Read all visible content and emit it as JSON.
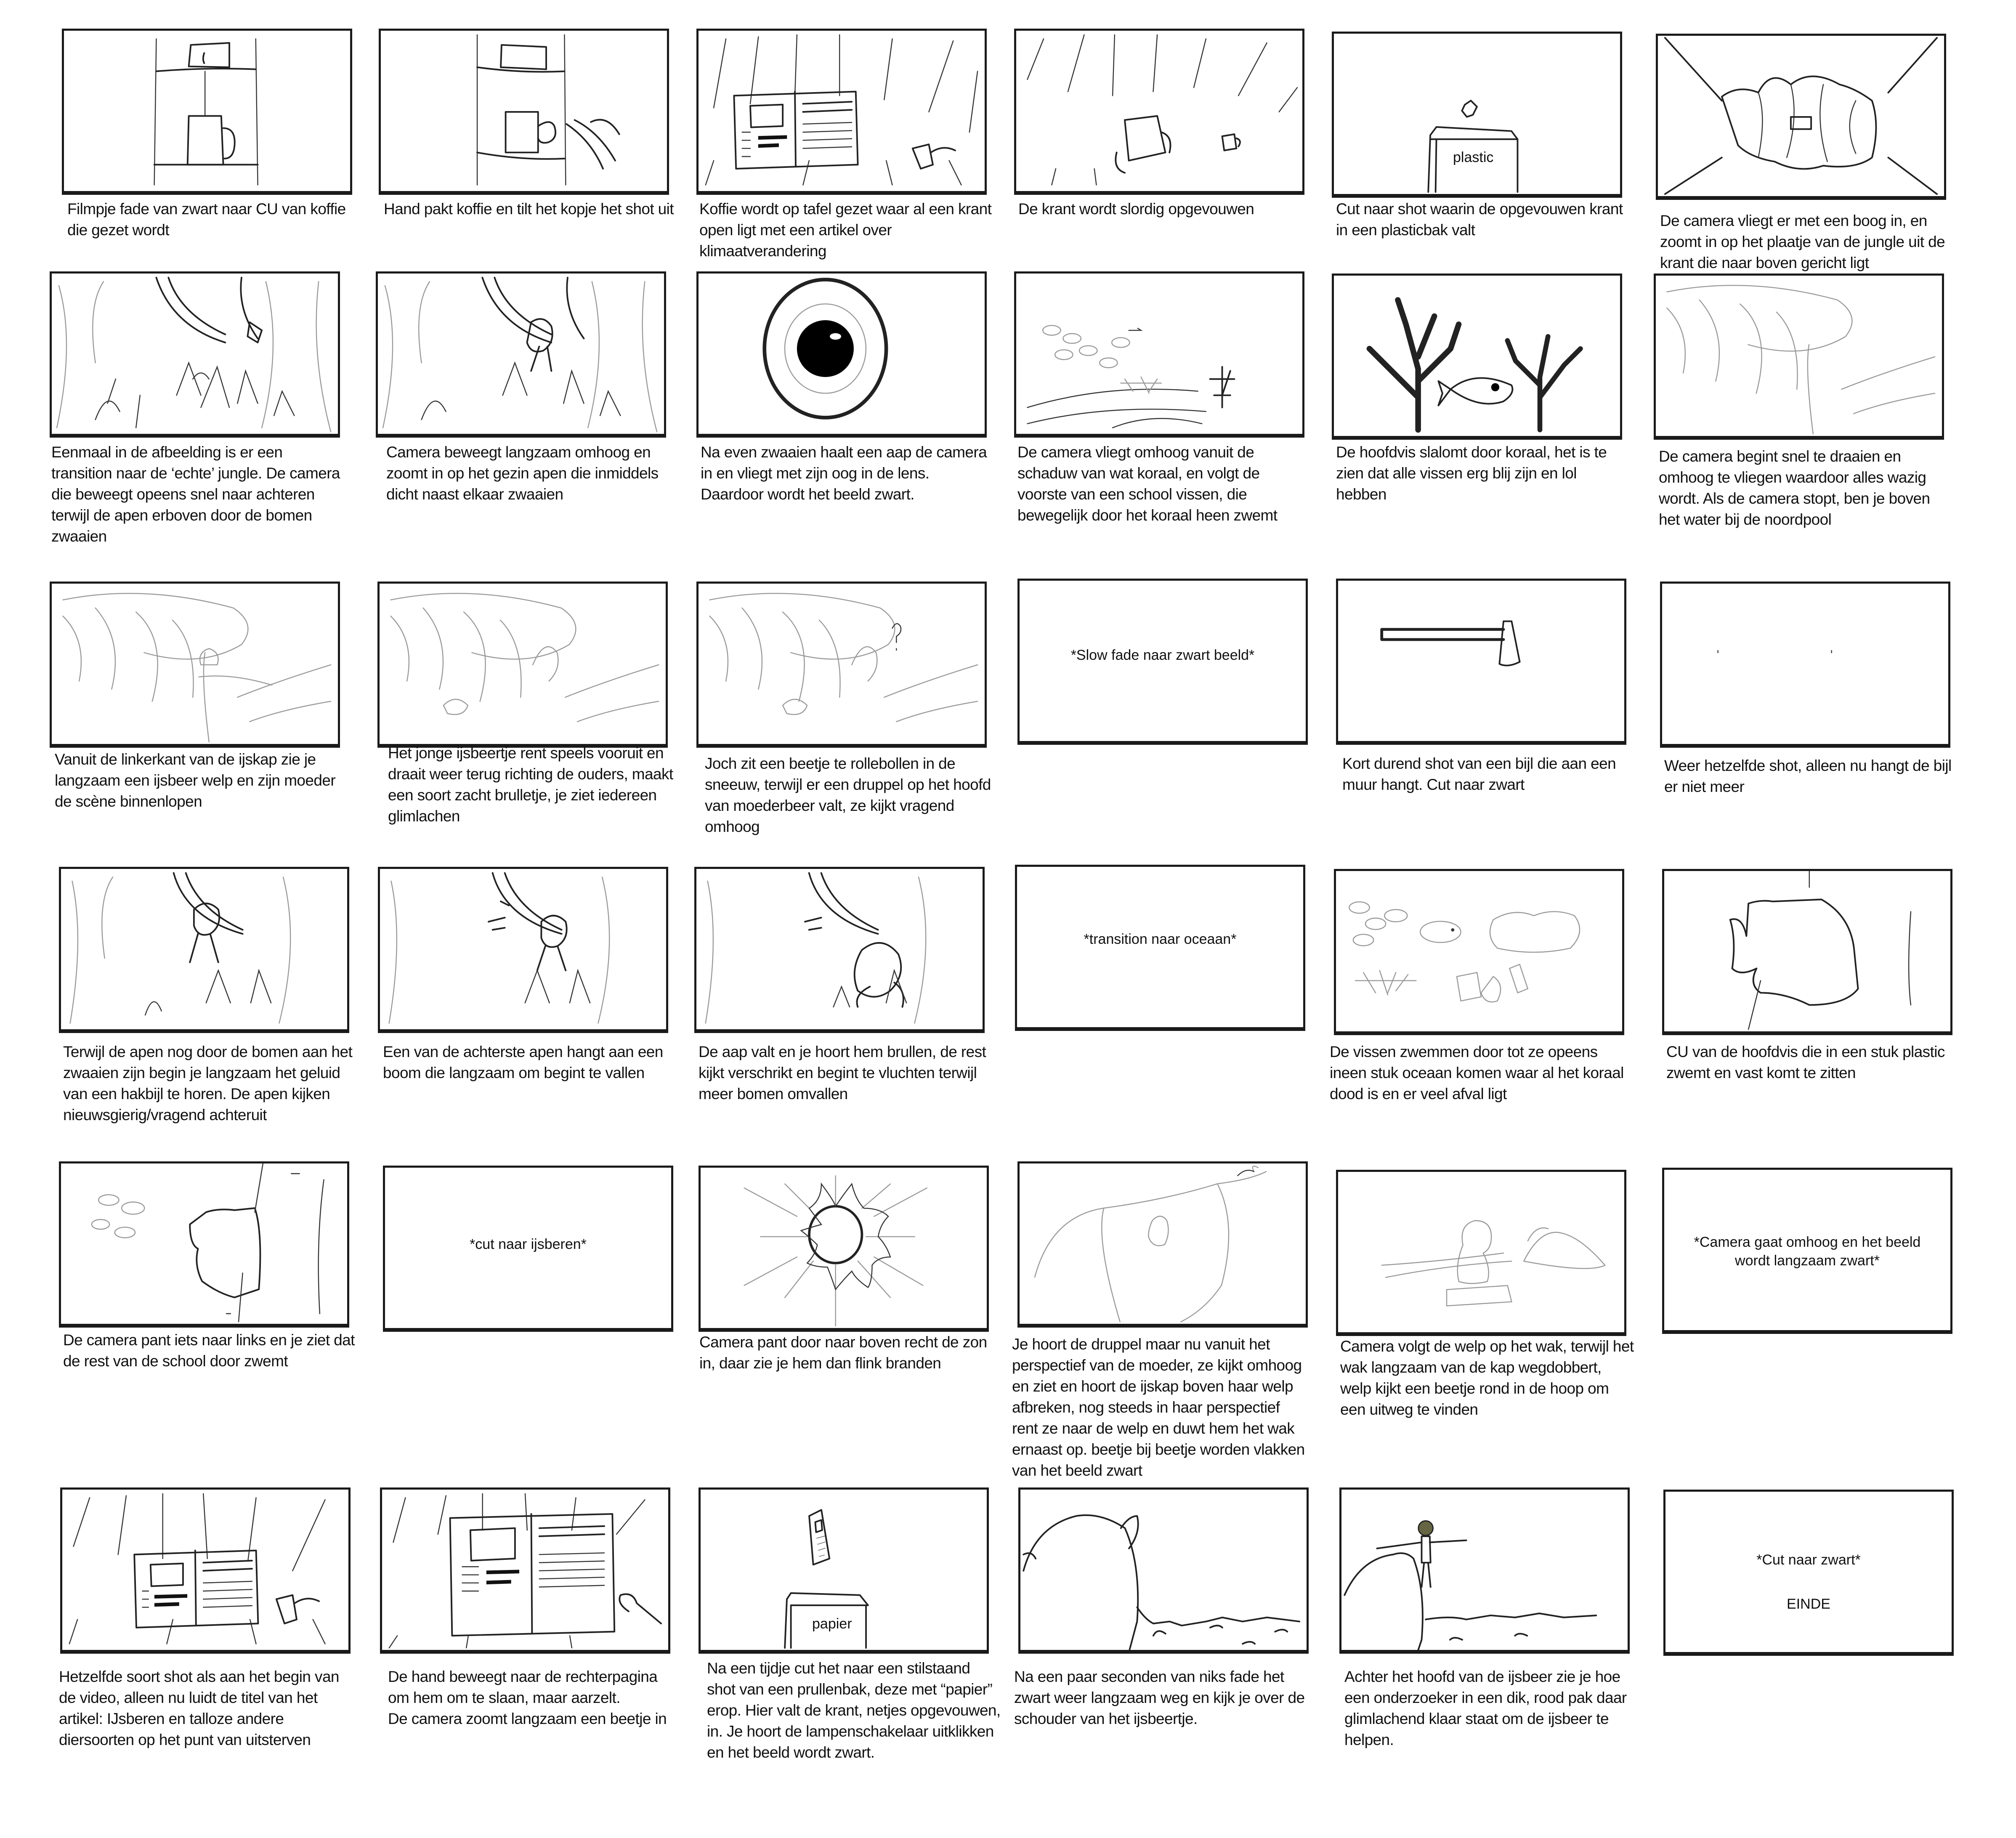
{
  "storyboard": {
    "rows": [
      {
        "panels": [
          {
            "scene": "coffee-machine",
            "caption": "Filmpje fade van zwart naar CU van koffie die gezet wordt"
          },
          {
            "scene": "hand-takes-coffee",
            "caption": "Hand pakt koffie en tilt het kopje het shot uit"
          },
          {
            "scene": "newspaper-table",
            "caption": "Koffie wordt op tafel gezet waar al een krant open ligt met een  artikel over klimaatverandering"
          },
          {
            "scene": "newspaper-folded",
            "caption": "De krant wordt slordig opgevouwen"
          },
          {
            "scene": "plastic-bin",
            "frame_label": "plastic",
            "caption": "Cut naar shot waarin de opgevouwen krant in een plasticbak valt"
          },
          {
            "scene": "crumpled-paper-zoom",
            "caption": "De camera vliegt er met een boog in, en zoomt in op het plaatje van de jungle uit de krant die naar boven gericht ligt"
          }
        ]
      },
      {
        "panels": [
          {
            "scene": "jungle",
            "caption": "Eenmaal in de afbeelding is er een transition naar de ‘echte’ jungle. De camera die beweegt opeens snel naar achteren terwijl de apen erboven door de bomen zwaaien"
          },
          {
            "scene": "jungle-monkeys",
            "caption": "Camera beweegt langzaam omhoog en zoomt in op het gezin apen die inmiddels dicht naast elkaar zwaaien"
          },
          {
            "scene": "eye",
            "caption": "Na even zwaaien haalt een aap de camera in en vliegt met zijn oog in de lens. Daardoor wordt het beeld zwart."
          },
          {
            "scene": "fish-school",
            "caption": "De camera vliegt omhoog vanuit de schaduw van wat koraal, en volgt de voorste van een school vissen, die bewegelijk door het koraal heen zwemt"
          },
          {
            "scene": "coral-fish",
            "caption": "De hoofdvis slalomt door koraal, het is te zien dat alle vissen erg blij zijn en lol hebben"
          },
          {
            "scene": "ice-cap",
            "caption": "De camera begint snel te draaien en omhoog te vliegen waardoor alles wazig wordt. Als de camera stopt, ben je boven het water bij de noordpool"
          }
        ]
      },
      {
        "panels": [
          {
            "scene": "ice-cap-bears",
            "caption": "Vanuit de linkerkant van de ijskap zie je langzaam een ijsbeer welp en zijn moeder de scène binnenlopen"
          },
          {
            "scene": "ice-cap-cub-runs",
            "caption": "Het jonge ijsbeertje rent speels vooruit en draait weer terug richting de ouders, maakt een soort zacht brulletje, je ziet iedereen glimlachen"
          },
          {
            "scene": "ice-cap-drop",
            "caption": "Joch zit een beetje te rollebollen in de sneeuw, terwijl er een druppel op het hoofd van moederbeer valt, ze kijkt vragend omhoog"
          },
          {
            "scene": "text-only",
            "frame_text": "*Slow fade naar zwart beeld*",
            "caption": ""
          },
          {
            "scene": "axe-on-wall",
            "caption": "Kort durend shot van een bijl die aan een muur hangt. Cut naar zwart"
          },
          {
            "scene": "empty-wall",
            "caption": "Weer hetzelfde shot, alleen nu hangt de bijl er niet meer"
          }
        ]
      },
      {
        "panels": [
          {
            "scene": "monkeys-look-back",
            "caption": "Terwijl de apen nog door de bomen aan het zwaaien zijn begin je langzaam het geluid van een hakbijl te horen. De apen kijken nieuwsgierig/vragend achteruit"
          },
          {
            "scene": "tree-falling",
            "caption": "Een van de achterste apen hangt aan een boom die langzaam om begint te vallen"
          },
          {
            "scene": "monkey-falls",
            "caption": "De aap valt en je hoort hem brullen, de rest kijkt verschrikt en begint te vluchten terwijl meer bomen omvallen"
          },
          {
            "scene": "text-only",
            "frame_text": "*transition naar oceaan*",
            "caption": ""
          },
          {
            "scene": "dead-coral-trash",
            "caption": "De vissen zwemmen door tot ze opeens ineen stuk oceaan komen waar al het koraal dood is en er veel afval ligt"
          },
          {
            "scene": "fish-in-plastic",
            "caption": "CU van de hoofdvis die in een stuk plastic zwemt en vast komt te zitten"
          }
        ]
      },
      {
        "panels": [
          {
            "scene": "school-swims-on",
            "caption": "De camera pant iets naar links en je ziet dat de rest van de school door zwemt"
          },
          {
            "scene": "text-only",
            "frame_text": "*cut naar ijsberen*",
            "caption": ""
          },
          {
            "scene": "sun",
            "caption": "Camera pant door naar boven recht de zon in, daar zie je hem dan flink branden"
          },
          {
            "scene": "mother-pov",
            "caption": "Je hoort de druppel maar nu vanuit het perspectief van de moeder, ze kijkt omhoog en ziet en hoort de ijskap boven haar welp afbreken, nog steeds in haar perspectief rent ze naar de welp en duwt hem het wak ernaast op. beetje bij beetje worden vlakken van het beeld zwart"
          },
          {
            "scene": "cub-on-floe",
            "caption": "Camera volgt de welp op het wak, terwijl het wak langzaam van de kap wegdobbert, welp kijkt een beetje rond in de hoop om een uitweg te vinden"
          },
          {
            "scene": "text-only",
            "frame_text": "*Camera gaat omhoog en het beeld wordt langzaam zwart*",
            "caption": ""
          }
        ]
      },
      {
        "panels": [
          {
            "scene": "newspaper-table-2",
            "caption": "Hetzelfde soort shot als aan het begin van de video, alleen nu luidt de titel van het artikel: IJsberen en talloze andere diersoorten op het punt van uitsterven"
          },
          {
            "scene": "hand-to-page",
            "caption": "De hand beweegt naar de rechterpagina om hem om te slaan, maar aarzelt.\nDe camera zoomt langzaam een beetje in"
          },
          {
            "scene": "paper-bin",
            "frame_label": "papier",
            "caption": "Na een tijdje cut het naar een stilstaand shot van een prullenbak, deze met “papier” erop. Hier valt de krant, netjes opgevouwen, in. Je hoort de lampenschakelaar uitklikken en het beeld wordt zwart."
          },
          {
            "scene": "over-shoulder-bear",
            "caption": "Na een paar seconden van niks fade het zwart weer langzaam weg en kijk je over de schouder van het ijsbeertje."
          },
          {
            "scene": "researcher",
            "caption": "Achter het hoofd van de ijsbeer zie je hoe een onderzoeker in een dik, rood pak daar glimlachend klaar staat om de ijsbeer te helpen."
          },
          {
            "scene": "text-only",
            "frame_text": "*Cut naar zwart*",
            "frame_text_2": "EINDE",
            "caption": ""
          }
        ]
      }
    ]
  }
}
